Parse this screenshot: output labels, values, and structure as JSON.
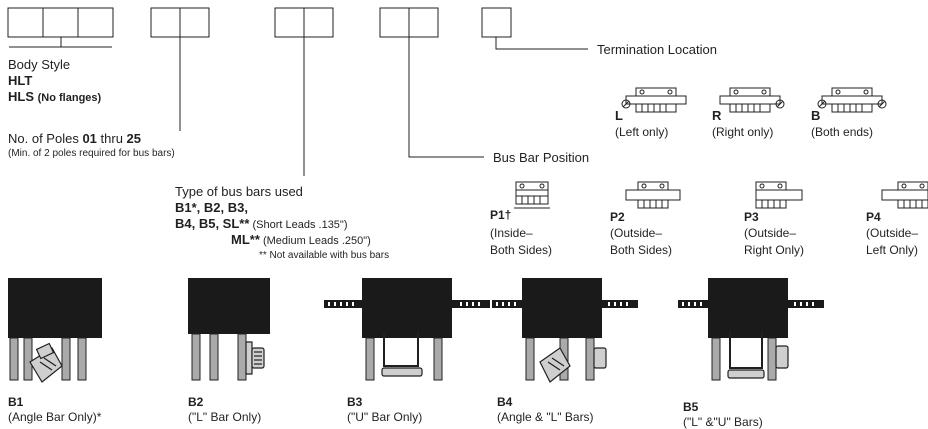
{
  "body_style": {
    "label": "Body Style",
    "option1": "HLT",
    "option2": "HLS",
    "option2_note": "(No flanges)"
  },
  "poles": {
    "label_prefix": "No. of  Poles ",
    "min": "01",
    "thru": " thru ",
    "max": "25",
    "note": "(Min. of 2 poles required for bus bars)"
  },
  "bus_bar_types": {
    "label": "Type of bus bars used",
    "line1": "B1*, B2, B3,",
    "line2": "B4, B5, SL**",
    "sl_note": " (Short Leads .135\")",
    "ml": "ML**",
    "ml_note": " (Medium Leads .250\")",
    "footnote": "** Not available with bus bars"
  },
  "termination": {
    "label": "Termination Location",
    "options": [
      {
        "code": "L",
        "desc": "(Left only)"
      },
      {
        "code": "R",
        "desc": "(Right only)"
      },
      {
        "code": "B",
        "desc": "(Both ends)"
      }
    ]
  },
  "position": {
    "label": "Bus Bar Position",
    "options": [
      {
        "code": "P1†",
        "line1": "(Inside–",
        "line2": "Both Sides)"
      },
      {
        "code": "P2",
        "line1": "(Outside–",
        "line2": "Both Sides)"
      },
      {
        "code": "P3",
        "line1": "(Outside–",
        "line2": "Right Only)"
      },
      {
        "code": "P4",
        "line1": "(Outside–",
        "line2": "Left Only)"
      }
    ]
  },
  "bars": [
    {
      "code": "B1",
      "desc": "(Angle Bar Only)*"
    },
    {
      "code": "B2",
      "desc": "(\"L\" Bar Only)"
    },
    {
      "code": "B3",
      "desc": "(\"U\" Bar Only)"
    },
    {
      "code": "B4",
      "desc": "(Angle & \"L\" Bars)"
    },
    {
      "code": "B5",
      "desc": "(\"L\" &\"U\" Bars)"
    }
  ],
  "colors": {
    "ink": "#231f20",
    "block": "#1a1a1a",
    "metal": "#9a9a9a"
  }
}
